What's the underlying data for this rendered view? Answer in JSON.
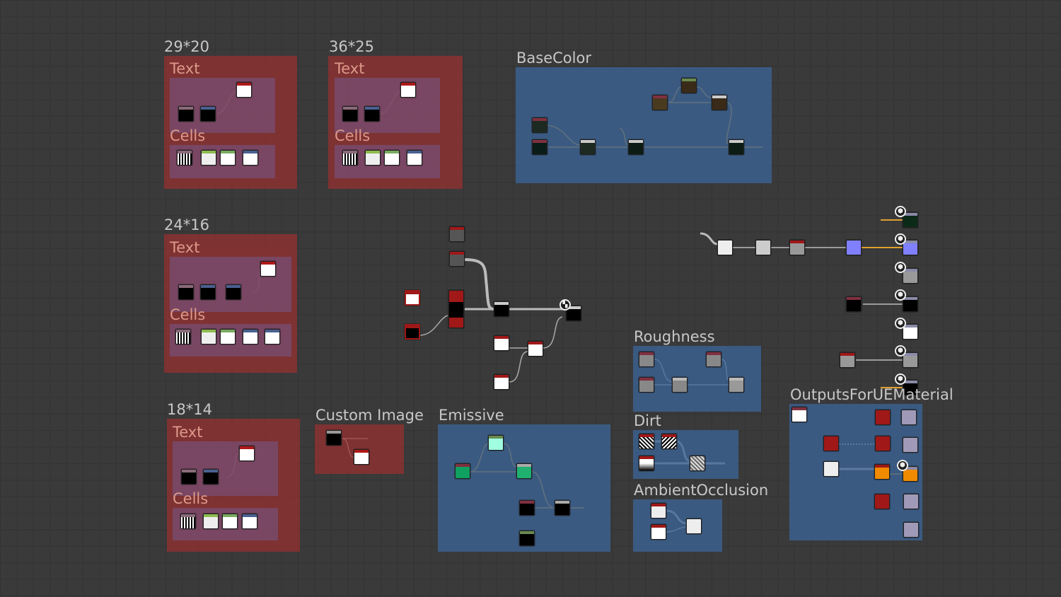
{
  "app": "Node graph editor",
  "frames": {
    "g29": {
      "title": "29*20",
      "text": "Text",
      "cells": "Cells"
    },
    "g36": {
      "title": "36*25",
      "text": "Text",
      "cells": "Cells"
    },
    "g24": {
      "title": "24*16",
      "text": "Text",
      "cells": "Cells"
    },
    "g18": {
      "title": "18*14",
      "text": "Text",
      "cells": "Cells"
    },
    "custom_image": {
      "title": "Custom Image"
    },
    "emissive": {
      "title": "Emissive"
    },
    "basecolor": {
      "title": "BaseColor"
    },
    "roughness": {
      "title": "Roughness"
    },
    "dirt": {
      "title": "Dirt"
    },
    "ao": {
      "title": "AmbientOcclusion"
    },
    "outputs": {
      "title": "OutputsForUEMaterial"
    }
  },
  "colors": {
    "canvas": "#3a3a3a",
    "frame_red": "#8f3434",
    "frame_purple": "#6e4f6e",
    "frame_blue": "#3c6494",
    "wire_orange": "#e0a030",
    "wire_grey": "#c9c9c9",
    "node_red_header": "#a01818",
    "node_normal": "#8080ff",
    "node_orange": "#f08a00"
  },
  "output_icons": [
    "cube-icon",
    "cube-icon",
    "cube-icon",
    "cube-icon",
    "cube-icon",
    "cube-icon",
    "cube-icon"
  ]
}
